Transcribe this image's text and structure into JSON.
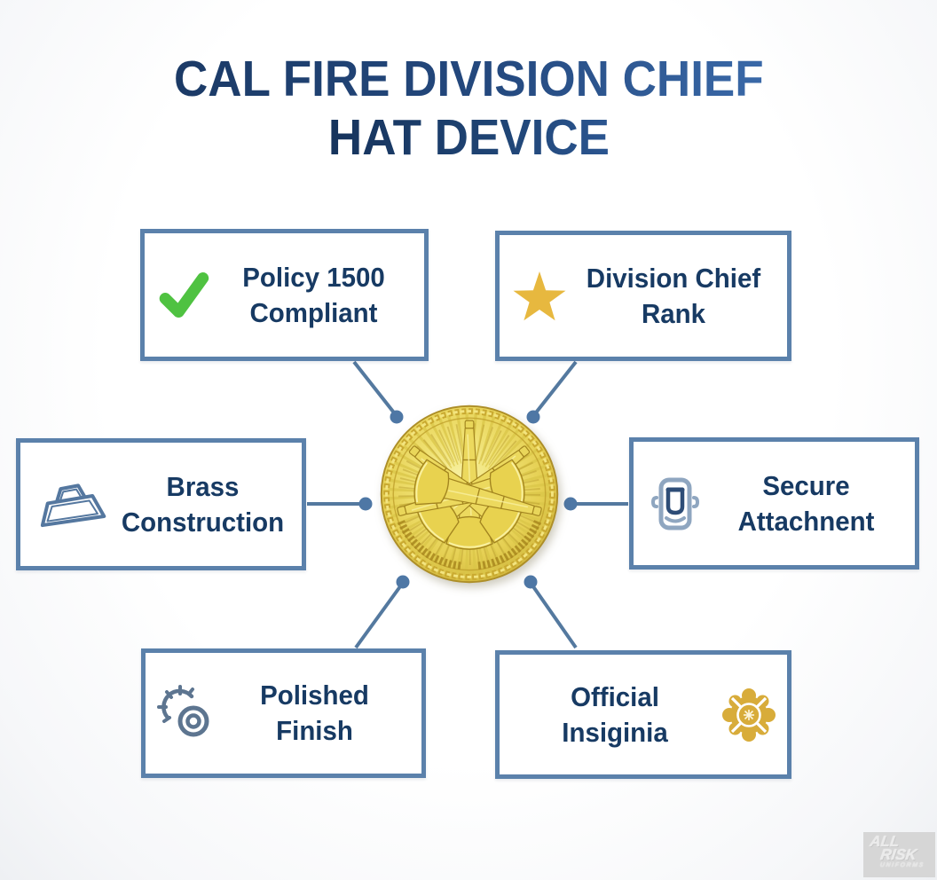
{
  "title": {
    "line1": "CAL FIRE DIVISION CHIEF",
    "line2": "HAT DEVICE"
  },
  "features": [
    {
      "name": "policy-1500-compliant",
      "icon": "check-icon",
      "line1": "Policy 1500",
      "line2": "Compliant"
    },
    {
      "name": "division-chief-rank",
      "icon": "star-icon",
      "line1": "Division Chief",
      "line2": "Rank"
    },
    {
      "name": "brass-construction",
      "icon": "ingot-icon",
      "line1": "Brass",
      "line2": "Construction"
    },
    {
      "name": "secure-attachment",
      "icon": "clasp-icon",
      "line1": "Secure",
      "line2": "Attachnent"
    },
    {
      "name": "polished-finish",
      "icon": "shine-icon",
      "line1": "Polished",
      "line2": "Finish"
    },
    {
      "name": "official-insignia",
      "icon": "maltese-cross-icon",
      "line1": "Official",
      "line2": "Insiginia"
    }
  ],
  "center_badge": {
    "icon": "crossed-bugles-hat-device-badge"
  },
  "watermark": {
    "line1": "ALL",
    "line2": "RISK",
    "line3": "UNIFORMS"
  },
  "colors": {
    "title_dark": "#1b3a66",
    "title_light": "#3a69a8",
    "box_border": "#5b81ab",
    "text_navy": "#173a63",
    "connector": "#54799f",
    "check_green": "#4fc241",
    "star_gold": "#e7b83f",
    "insignia_gold": "#d8ac3a",
    "badge_gold": "#e8d558",
    "background": "#fcfdfe"
  }
}
